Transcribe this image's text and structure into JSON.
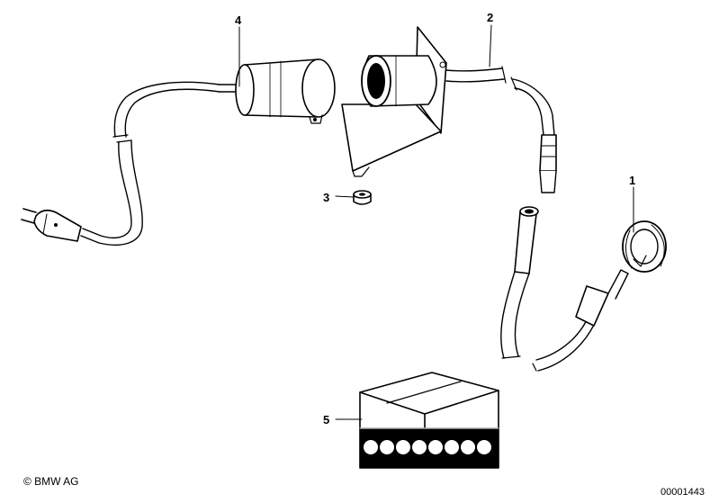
{
  "diagram": {
    "callouts": [
      {
        "id": "4",
        "label": "4"
      },
      {
        "id": "2",
        "label": "2"
      },
      {
        "id": "3",
        "label": "3"
      },
      {
        "id": "1",
        "label": "1"
      },
      {
        "id": "5",
        "label": "5"
      }
    ],
    "parts": {
      "p1": "cable-with-key-ring",
      "p2": "socket-with-bracket",
      "p3": "nut",
      "p4": "plug-adapter-with-mains-cable",
      "p5": "box"
    }
  },
  "footer": {
    "copyright": "© BMW AG",
    "doc_number": "00001443"
  }
}
